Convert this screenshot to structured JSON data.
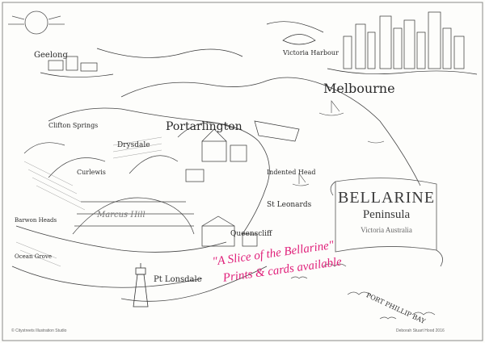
{
  "places": {
    "geelong": "Geelong",
    "victoria_harbour": "Victoria Harbour",
    "melbourne": "Melbourne",
    "clifton_springs": "Clifton Springs",
    "drysdale": "Drysdale",
    "curlewis": "Curlewis",
    "portarlington": "Portarlington",
    "indented_head": "Indented Head",
    "st_leonards": "St Leonards",
    "marcus_hill": "Marcus Hill",
    "barwon_heads": "Barwon Heads",
    "ocean_grove": "Ocean Grove",
    "queenscliff": "Queenscliff",
    "pt_lonsdale": "Pt Lonsdale",
    "port_phillip": "PORT PHILLIP BAY"
  },
  "banner": {
    "line1": "BELLARINE",
    "line2": "Peninsula",
    "line3": "Victoria Australia"
  },
  "promo": {
    "line1": "\"A Slice of the Bellarine\"",
    "line2": "Prints & cards available"
  },
  "footer": {
    "left": "© Citystreets Illustration Studio",
    "right": "Deborah Stuart Hood 2016"
  },
  "colors": {
    "ink": "#2a2a2a",
    "promo": "#e0207a",
    "paper": "#fdfdfb"
  }
}
